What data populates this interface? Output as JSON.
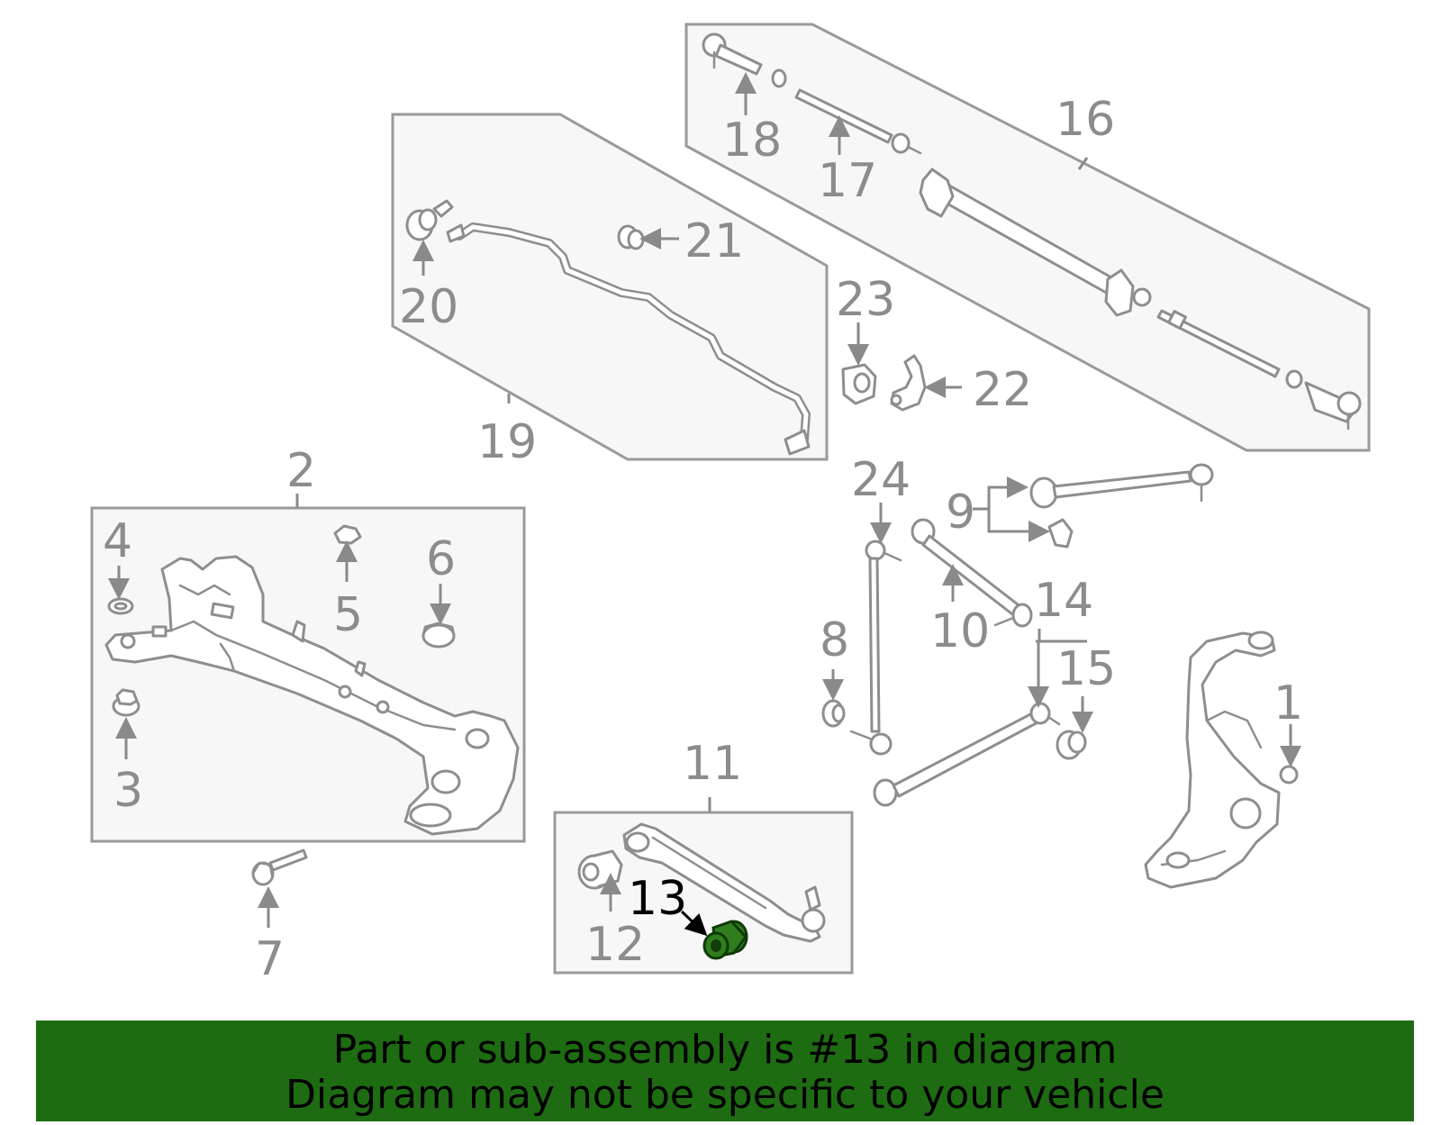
{
  "callouts": {
    "c1": "1",
    "c2": "2",
    "c3": "3",
    "c4": "4",
    "c5": "5",
    "c6": "6",
    "c7": "7",
    "c8": "8",
    "c9": "9",
    "c10": "10",
    "c11": "11",
    "c12": "12",
    "c13": "13",
    "c14": "14",
    "c15": "15",
    "c16": "16",
    "c17": "17",
    "c18": "18",
    "c19": "19",
    "c20": "20",
    "c21": "21",
    "c22": "22",
    "c23": "23",
    "c24": "24"
  },
  "highlight": {
    "part": "13",
    "color": "#2f7d1c"
  },
  "banner": {
    "line1": "Part or sub-assembly is #13 in diagram",
    "line2": "Diagram may not be specific to your vehicle",
    "background": "#1e6c12"
  }
}
